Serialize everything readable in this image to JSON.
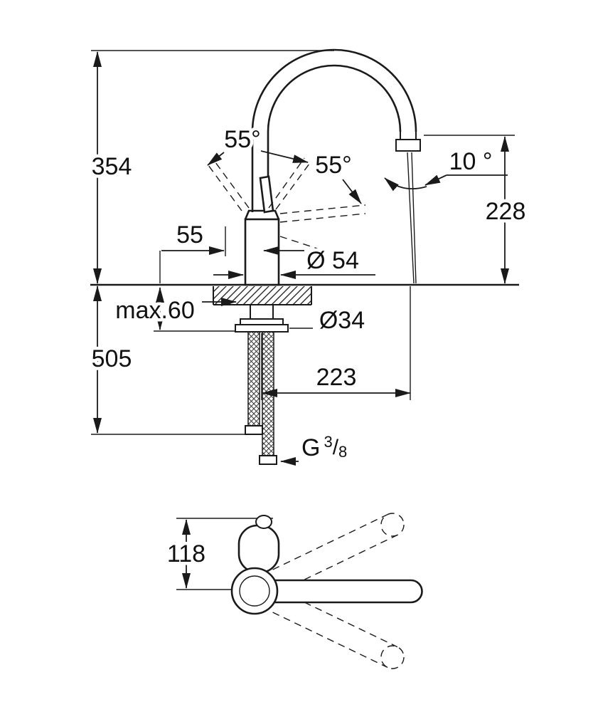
{
  "diagram": {
    "type": "technical-drawing",
    "subject": "kitchen-faucet-installation-dimensions",
    "colors": {
      "background": "#ffffff",
      "line": "#1a1a1a"
    },
    "side_view": {
      "overall_height": "354",
      "below_deck_height": "505",
      "handle_angle_left": "55°",
      "handle_angle_right": "55°",
      "stream_angle": "10 °",
      "spout_outlet_height": "228",
      "handle_offset": "55",
      "body_diameter": "Ø 54",
      "max_deck_thickness": "max.60",
      "hole_diameter": "Ø34",
      "spout_reach": "223",
      "thread": {
        "g": "G",
        "num": "3",
        "slash": "/",
        "den": "8"
      }
    },
    "top_view": {
      "handle_to_spout_axis": "118"
    }
  }
}
